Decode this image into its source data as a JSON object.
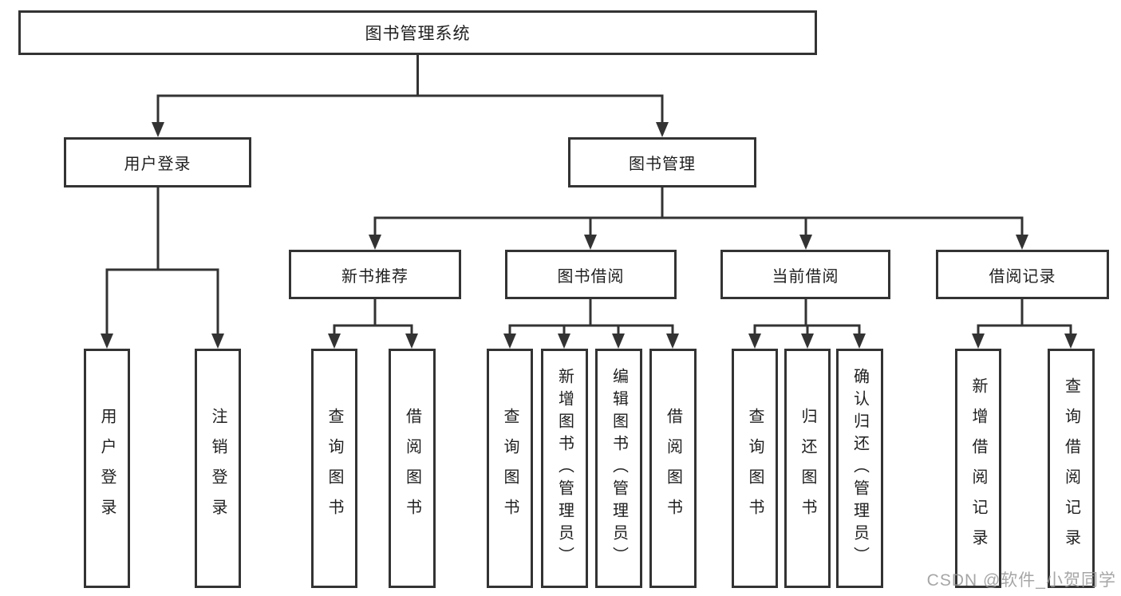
{
  "watermark": "CSDN @软件_小贺同学",
  "nodes": {
    "root": "图书管理系统",
    "user_login": "用户登录",
    "book_mgmt": "图书管理",
    "leaf_user_login": "用户登录",
    "leaf_logout": "注销登录",
    "new_book_rec": "新书推荐",
    "book_borrow": "图书借阅",
    "current_borrow": "当前借阅",
    "borrow_records": "借阅记录",
    "rec_query_book": "查询图书",
    "rec_borrow_book": "借阅图书",
    "bb_query_book": "查询图书",
    "bb_add_book": "新增图书（管理员）",
    "bb_edit_book": "编辑图书（管理员）",
    "bb_borrow_book": "借阅图书",
    "cb_query_book": "查询图书",
    "cb_return_book": "归还图书",
    "cb_confirm_return": "确认归还（管理员）",
    "br_add_record": "新增借阅记录",
    "br_query_record": "查询借阅记录"
  },
  "hierarchy": {
    "图书管理系统": {
      "用户登录": [
        "用户登录",
        "注销登录"
      ],
      "图书管理": {
        "新书推荐": [
          "查询图书",
          "借阅图书"
        ],
        "图书借阅": [
          "查询图书",
          "新增图书（管理员）",
          "编辑图书（管理员）",
          "借阅图书"
        ],
        "当前借阅": [
          "查询图书",
          "归还图书",
          "确认归还（管理员）"
        ],
        "借阅记录": [
          "新增借阅记录",
          "查询借阅记录"
        ]
      }
    }
  }
}
